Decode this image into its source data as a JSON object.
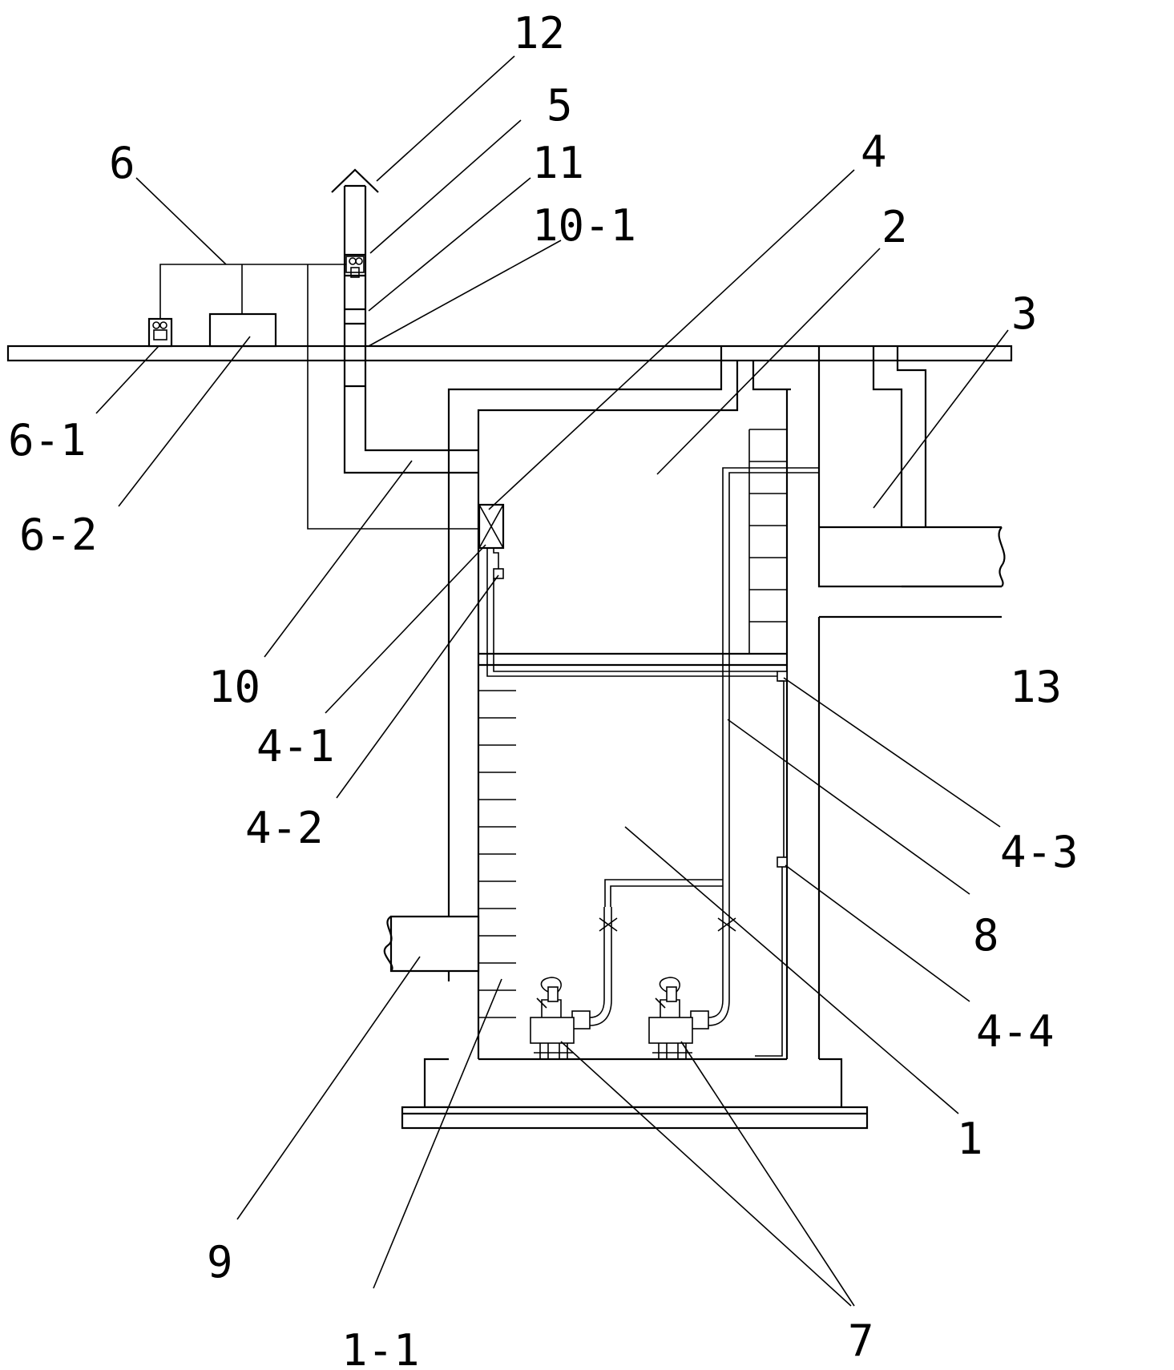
{
  "labels": {
    "l1": "1",
    "l1_1": "1-1",
    "l2": "2",
    "l3": "3",
    "l4": "4",
    "l4_1": "4-1",
    "l4_2": "4-2",
    "l4_3": "4-3",
    "l4_4": "4-4",
    "l5": "5",
    "l6": "6",
    "l6_1": "6-1",
    "l6_2": "6-2",
    "l7": "7",
    "l8": "8",
    "l9": "9",
    "l10": "10",
    "l10_1": "10-1",
    "l11": "11",
    "l12": "12",
    "l13": "13"
  },
  "colors": {
    "line": "#000000",
    "background": "#ffffff"
  }
}
